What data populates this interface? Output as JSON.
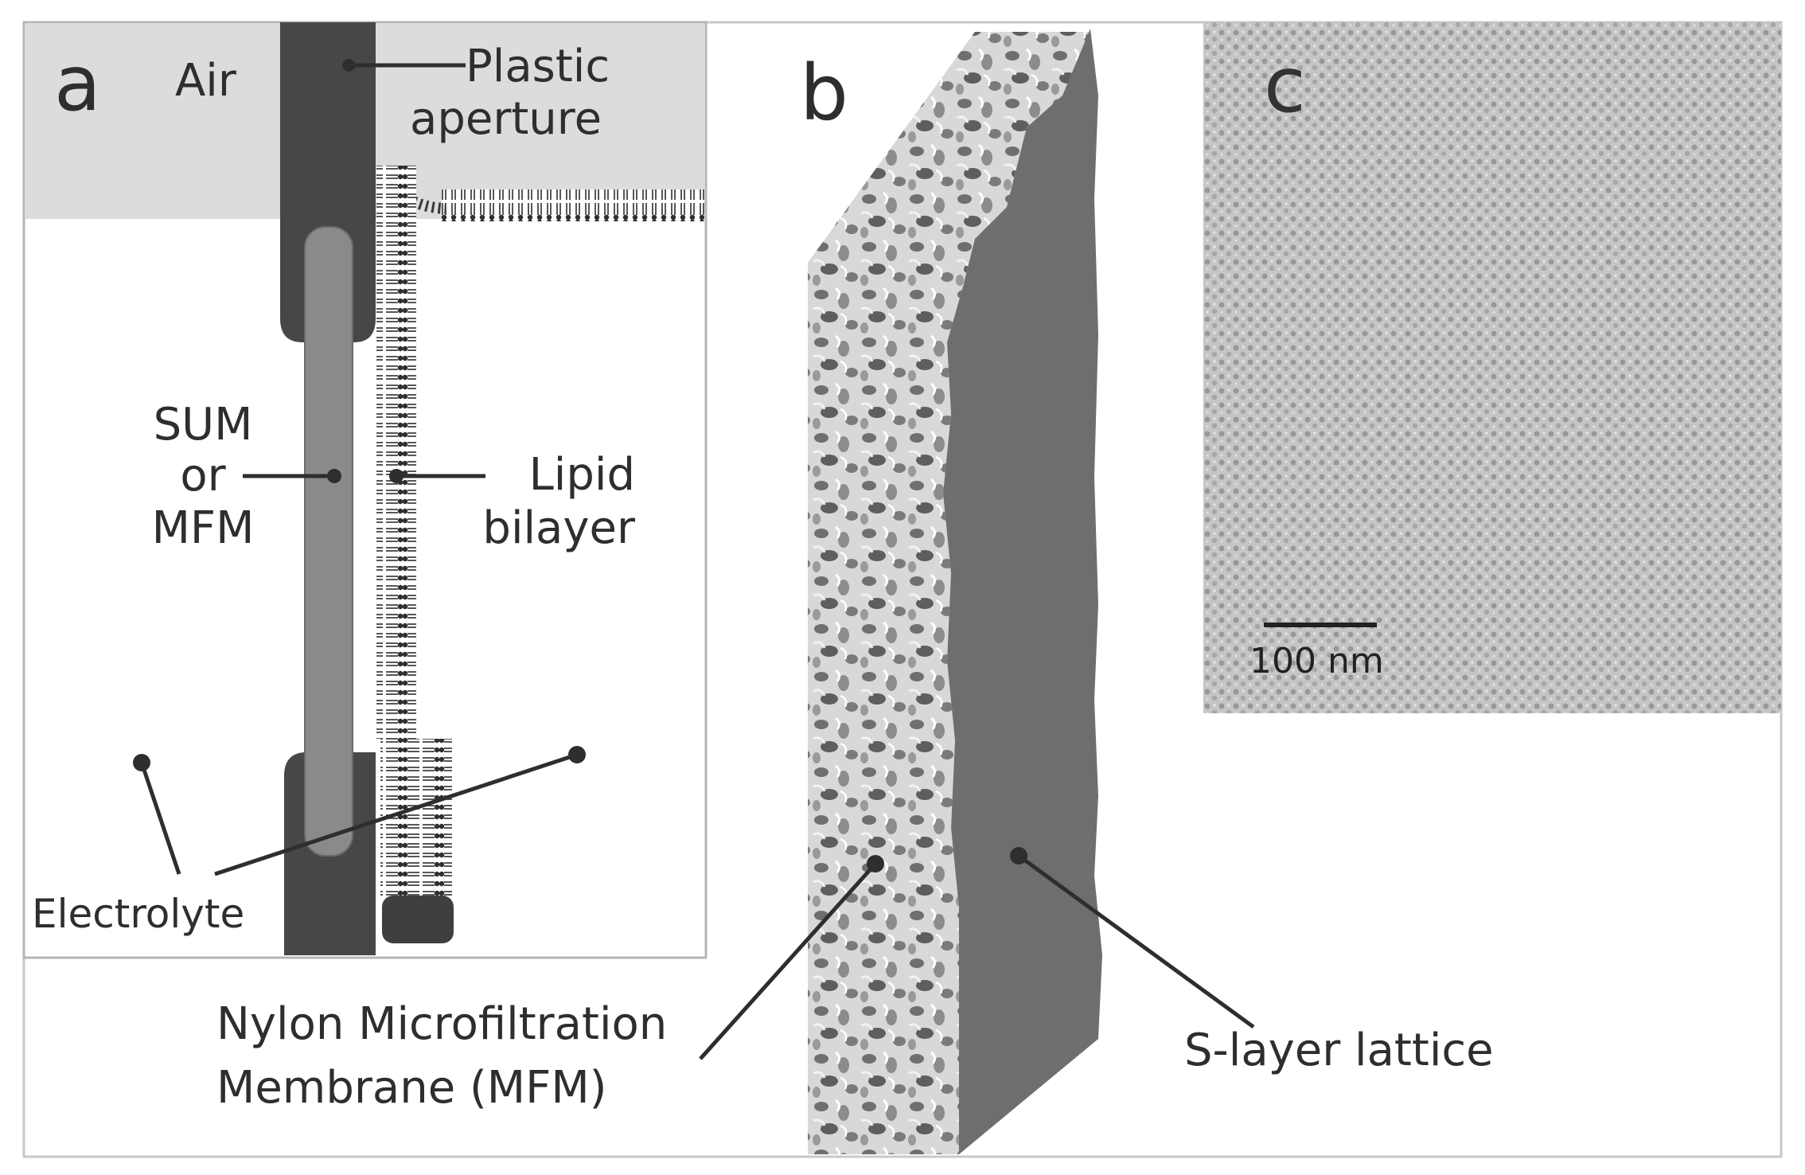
{
  "panels": {
    "a": {
      "letter": "a",
      "labels": {
        "air": "Air",
        "plastic_line1": "Plastic",
        "plastic_line2": "aperture",
        "sum_line1": "SUM",
        "sum_line2": "or",
        "sum_line3": "MFM",
        "lipid_line1": "Lipid",
        "lipid_line2": "bilayer",
        "electrolyte": "Electrolyte"
      }
    },
    "b": {
      "letter": "b",
      "labels": {
        "nylon_line1": "Nylon Microfiltration",
        "nylon_line2": "Membrane (MFM)",
        "slayer": "S-layer lattice"
      }
    },
    "c": {
      "letter": "c",
      "scale_bar": "100 nm"
    }
  },
  "colors": {
    "air_region": "#dcdcdc",
    "aperture": "#4a4a4a",
    "sum_strip": "#8a8a8a",
    "lipid": "#3a3a3a",
    "slayer_face": "#6e6e6e",
    "mfm_texture": "#bdbdbd",
    "micrograph": "#b0b0b0"
  }
}
